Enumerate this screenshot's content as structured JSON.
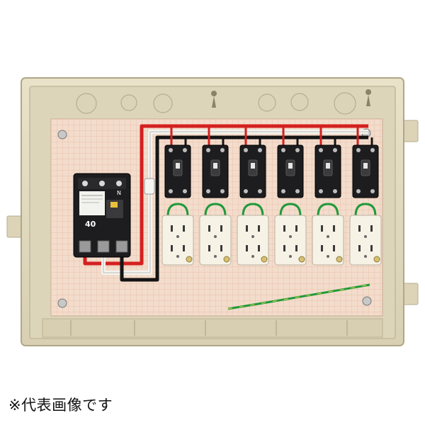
{
  "caption": "※代表画像です",
  "breaker": {
    "rating_label": "40",
    "neutral_label": "N"
  },
  "colors": {
    "enclosure": "#e4dcc2",
    "panel": "#f3dccb",
    "grid": "#e5b9a2",
    "breaker_body": "#1d1d1f",
    "outlet": "#f6f2e6",
    "wire_red": "#d42020",
    "wire_black": "#141414",
    "wire_white": "#f4f4f0",
    "wire_green": "#1f9a3a"
  },
  "icons": [
    "circuit-breaker-icon",
    "switch-breaker-icon",
    "duplex-outlet-icon"
  ],
  "counts": {
    "branch_breakers": 6,
    "duplex_outlets": 6
  }
}
